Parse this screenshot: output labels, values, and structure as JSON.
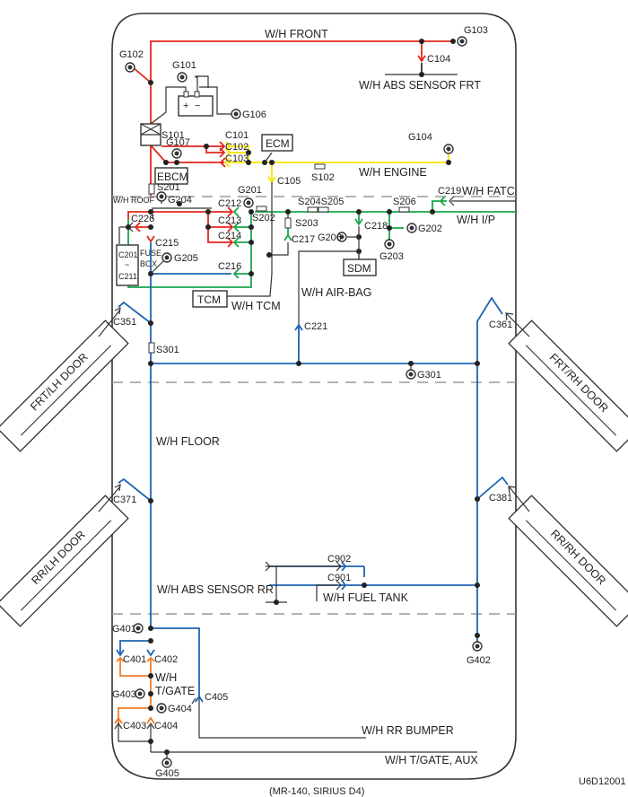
{
  "diagram": {
    "title_code": "U6D12001",
    "caption": "(MR-140, SIRIUS D4)",
    "colors": {
      "front_harness": "#e3261b",
      "engine_harness": "#f7e600",
      "ip_harness": "#1aa64a",
      "floor_harness": "#1e64b4",
      "tailgate_harness": "#f07d28",
      "misc_harness": "#333333"
    },
    "harnesses": {
      "front": "W/H FRONT",
      "abs_sensor_frt": "W/H ABS SENSOR FRT",
      "engine": "W/H ENGINE",
      "roof": "W/H ROOF",
      "fatc": "W/H FATC",
      "ip": "W/H I/P",
      "tcm": "W/H TCM",
      "air_bag": "W/H AIR-BAG",
      "floor": "W/H FLOOR",
      "abs_sensor_rr": "W/H ABS SENSOR RR",
      "fuel_tank": "W/H FUEL TANK",
      "tgate_line1": "W/H",
      "tgate_line2": "T/GATE",
      "rr_bumper": "W/H RR BUMPER",
      "tgate_aux": "W/H T/GATE, AUX"
    },
    "modules": {
      "ecm": "ECM",
      "ebcm": "EBCM",
      "tcm": "TCM",
      "sdm": "SDM",
      "fuse_box_top": "C201",
      "fuse_box_mid": "~",
      "fuse_box_bot": "C211",
      "fuse_box_label1": "FUSE",
      "fuse_box_label2": "BOX",
      "battery_plus": "+",
      "battery_minus": "−"
    },
    "doors": {
      "frt_lh": "FRT/LH DOOR",
      "frt_rh": "FRT/RH DOOR",
      "rr_lh": "RR/LH DOOR",
      "rr_rh": "RR/RH DOOR"
    },
    "grounds": {
      "g101": "G101",
      "g102": "G102",
      "g103": "G103",
      "g104": "G104",
      "g106": "G106",
      "g107": "G107",
      "g201": "G201",
      "g202": "G202",
      "g203": "G203",
      "g204": "G204",
      "g205": "G205",
      "g206": "G206",
      "g301": "G301",
      "g401": "G401",
      "g402": "G402",
      "g403": "G403",
      "g404": "G404",
      "g405": "G405"
    },
    "connectors": {
      "c101": "C101",
      "c102": "C102",
      "c103": "C103",
      "c104": "C104",
      "c105": "C105",
      "c212": "C212",
      "c213": "C213",
      "c214": "C214",
      "c215": "C215",
      "c216": "C216",
      "c217": "C217",
      "c218": "C218",
      "c219": "C219",
      "c221": "C221",
      "c226": "C226",
      "c351": "C351",
      "c361": "C361",
      "c371": "C371",
      "c381": "C381",
      "c401": "C401",
      "c402": "C402",
      "c403": "C403",
      "c404": "C404",
      "c405": "C405",
      "c901": "C901",
      "c902": "C902"
    },
    "splices": {
      "s101": "S101",
      "s102": "S102",
      "s201": "S201",
      "s202": "S202",
      "s203": "S203",
      "s204s205": "S204S205",
      "s206": "S206",
      "s301": "S301"
    }
  }
}
